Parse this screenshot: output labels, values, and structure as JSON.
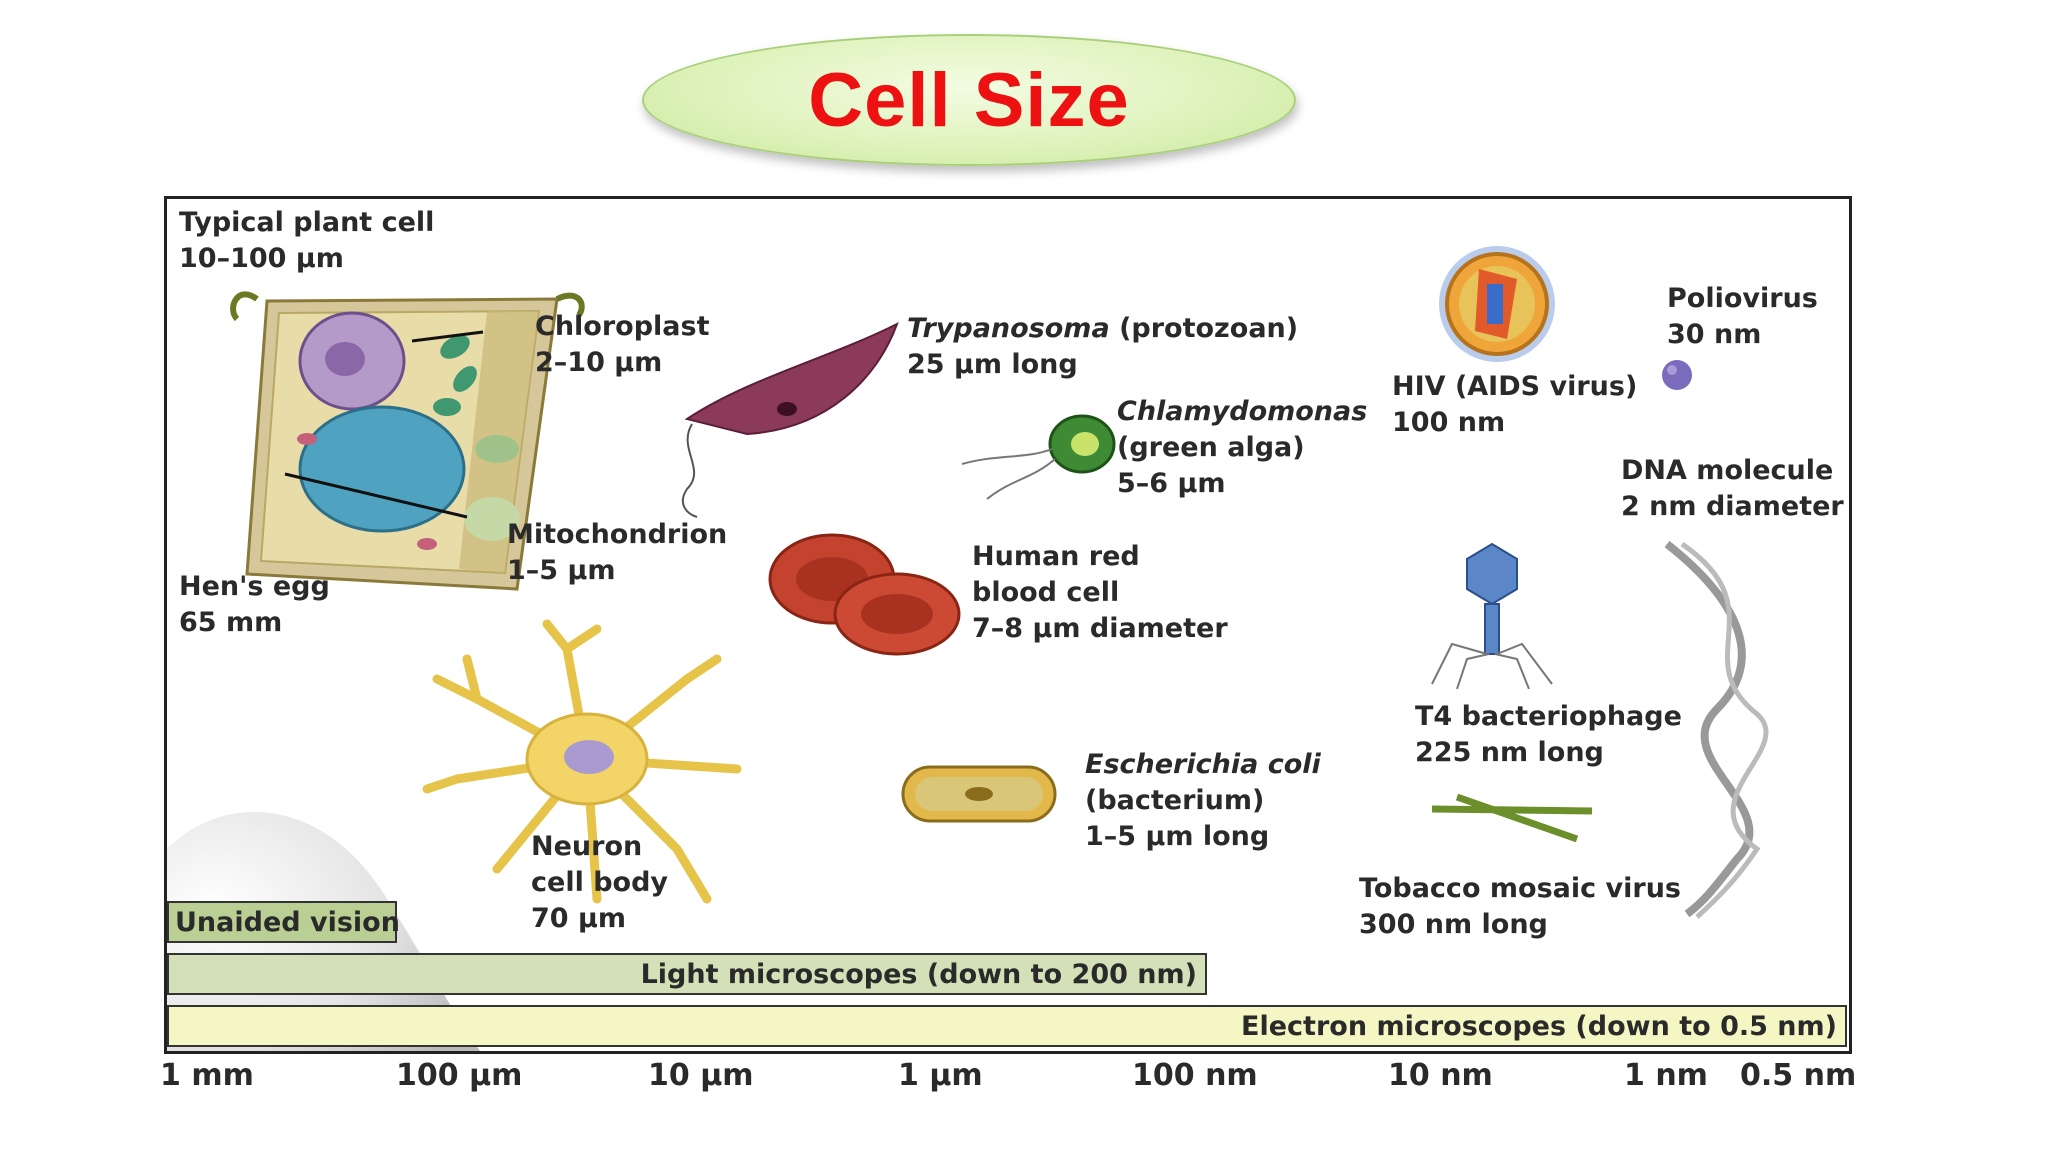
{
  "title": "Cell Size",
  "labels": {
    "plant_cell": [
      "Typical plant cell",
      "10–100 µm"
    ],
    "chloroplast": [
      "Chloroplast",
      "2–10 µm"
    ],
    "mitochondrion": [
      "Mitochondrion",
      "1–5 µm"
    ],
    "hens_egg": [
      "Hen's egg",
      "65 mm"
    ],
    "trypanosoma": {
      "name": "Trypanosoma",
      "rest": " (protozoan)",
      "size": "25 µm long"
    },
    "chlamydomonas": {
      "name": "Chlamydomonas",
      "line2": "(green alga)",
      "size": "5–6 µm"
    },
    "red_blood_cell": [
      "Human red",
      "blood cell",
      "7–8 µm diameter"
    ],
    "neuron": [
      "Neuron",
      "cell body",
      "70 µm"
    ],
    "ecoli": {
      "name": "Escherichia coli",
      "line2": "(bacterium)",
      "size": "1–5 µm long"
    },
    "hiv": [
      "HIV (AIDS virus)",
      "100 nm"
    ],
    "poliovirus": [
      "Poliovirus",
      "30 nm"
    ],
    "dna": [
      "DNA molecule",
      "2 nm diameter"
    ],
    "t4": [
      "T4 bacteriophage",
      "225 nm long"
    ],
    "tmv": [
      "Tobacco mosaic virus",
      "300 nm long"
    ]
  },
  "bars": {
    "unaided": "Unaided vision",
    "light": "Light microscopes (down to 200 nm)",
    "electron": "Electron microscopes (down to 0.5 nm)"
  },
  "scale": [
    "1 mm",
    "100 µm",
    "10 µm",
    "1 µm",
    "100 nm",
    "10 nm",
    "1 nm",
    "0.5 nm"
  ],
  "colors": {
    "title": "#ee1111",
    "pill": "#dff3bd",
    "unaided_bar": "#b9cf93",
    "light_bar": "#d4e1b8",
    "electron_bar": "#f4f7c3"
  }
}
